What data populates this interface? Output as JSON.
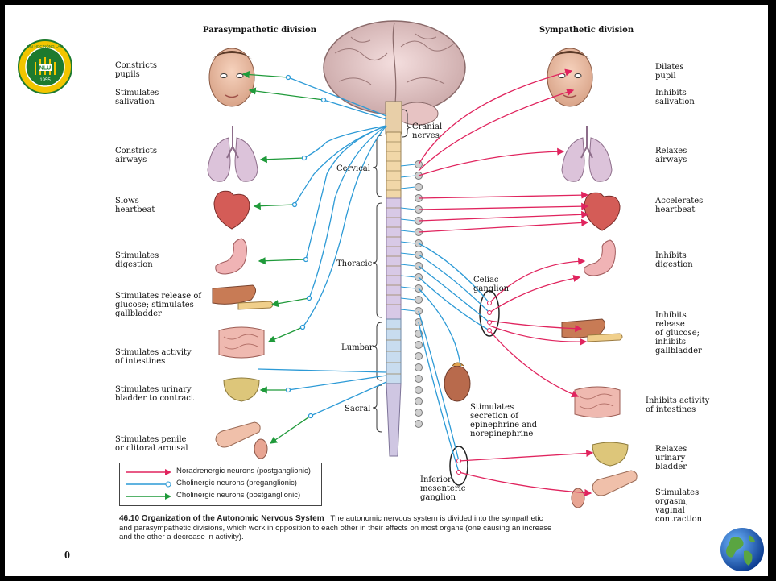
{
  "headers": {
    "left": "Parasympathetic division",
    "right": "Sympathetic division"
  },
  "labels_left": [
    "Constricts\npupils",
    "Stimulates\nsalivation",
    "Constricts\nairways",
    "Slows\nheartbeat",
    "Stimulates\ndigestion",
    "Stimulates release of\nglucose; stimulates\ngallbladder",
    "Stimulates activity\nof intestines",
    "Stimulates urinary\nbladder to contract",
    "Stimulates penile\nor clitoral arousal"
  ],
  "labels_right": [
    "Dilates\npupil",
    "Inhibits\nsalivation",
    "Relaxes\nairways",
    "Accelerates\nheartbeat",
    "Inhibits\ndigestion",
    "Inhibits\nrelease\nof glucose;\ninhibits\ngallbladder",
    "Inhibits activity\nof intestines",
    "Relaxes\nurinary\nbladder",
    "Stimulates\norgasm,\nvaginal\ncontraction"
  ],
  "spinal_regions": [
    "Cervical",
    "Thoracic",
    "Lumbar",
    "Sacral"
  ],
  "cranial_nerves": "Cranial\nnerves",
  "ganglia": {
    "celiac": "Celiac\nganglion",
    "inferior": "Inferior\nmesenteric\nganglion",
    "adrenal": "Stimulates\nsecretion of\nepinephrine and\nnorepinephrine"
  },
  "legend": [
    {
      "label": "Noradrenergic neurons (postganglionic)",
      "color": "#e0245e"
    },
    {
      "label": "Cholinergic neurons (preganglionic)",
      "color": "#2c9ad6"
    },
    {
      "label": "Cholinergic neurons (postganglionic)",
      "color": "#1f9a3a"
    }
  ],
  "caption": {
    "figure": "46.10",
    "title": "Organization of the Autonomic Nervous System",
    "text": "The autonomic nervous system is divided into the sympathetic and parasympathetic divisions, which work in opposition to each other in their effects on most organs (one causing an increase and the other a decrease in activity)."
  },
  "logo": {
    "top_text": "ĐẠI HỌC NÔNG LÂM",
    "center": "NLU",
    "year": "1955"
  },
  "slide_number": "0",
  "colors": {
    "sympathetic": "#e0245e",
    "preganglionic": "#2c9ad6",
    "postganglionic": "#1f9a3a",
    "spine": "#f1d7a8"
  },
  "icons": [
    "university-seal-icon",
    "globe-icon"
  ]
}
